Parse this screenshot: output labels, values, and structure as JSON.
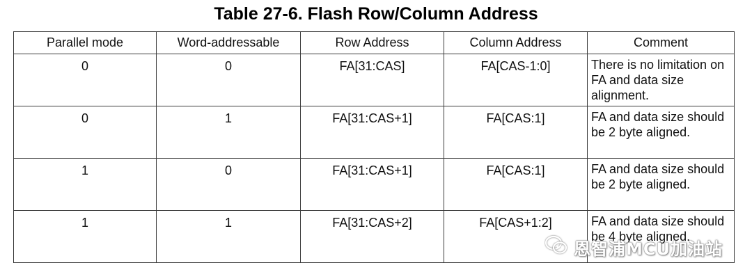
{
  "title": "Table 27-6.   Flash Row/Column Address",
  "table": {
    "headers": [
      "Parallel mode",
      "Word-addressable",
      "Row Address",
      "Column Address",
      "Comment"
    ],
    "rows": [
      [
        "0",
        "0",
        "FA[31:CAS]",
        "FA[CAS-1:0]",
        "There is no limitation on FA and data size alignment."
      ],
      [
        "0",
        "1",
        "FA[31:CAS+1]",
        "FA[CAS:1]",
        "FA and data size should be 2 byte aligned."
      ],
      [
        "1",
        "0",
        "FA[31:CAS+1]",
        "FA[CAS:1]",
        "FA and data size should be 2 byte aligned."
      ],
      [
        "1",
        "1",
        "FA[31:CAS+2]",
        "FA[CAS+1:2]",
        "FA and data size should be 4 byte aligned."
      ]
    ]
  },
  "watermark": {
    "text": "恩智浦MCU加油站",
    "icon": "wechat-icon"
  }
}
